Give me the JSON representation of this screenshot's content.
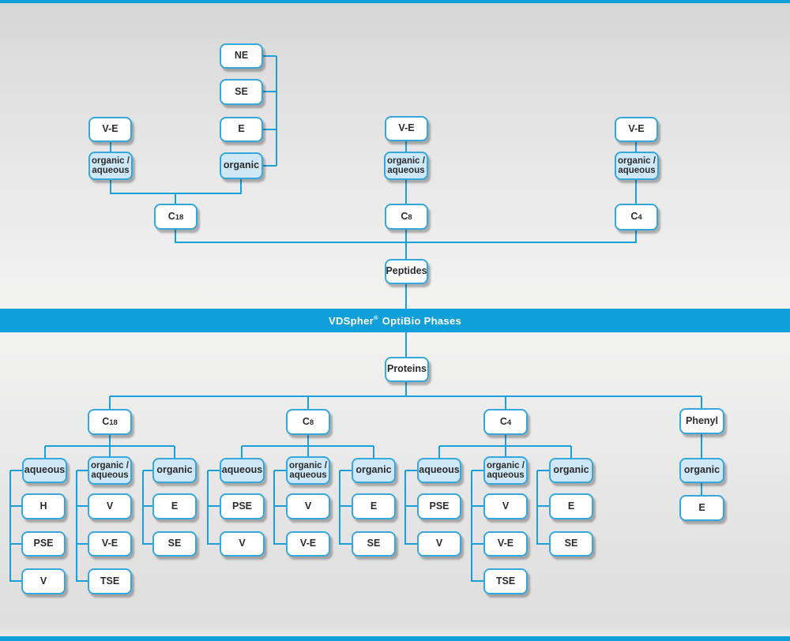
{
  "banner": {
    "brand": "VDSpher",
    "registered_mark": "®",
    "rest": " OptiBio Phases"
  },
  "colors": {
    "accent_blue": "#119fd9",
    "connector_blue": "#1b9fd8",
    "box_border_blue": "#35a7db",
    "box_fill_white": "#ffffff",
    "box_fill_highlight": "#cfe8f7",
    "text_dark": "#2b2b2b",
    "banner_text": "#ffffff"
  },
  "peptides": {
    "root_label": "Peptides",
    "c18": {
      "column_main": "C",
      "column_sub": "18",
      "ve": "V-E",
      "organic_aqueous_l1": "organic /",
      "organic_aqueous_l2": "aqueous",
      "organic_label": "organic",
      "organic_phases": [
        "NE",
        "SE",
        "E"
      ]
    },
    "c8": {
      "column_main": "C",
      "column_sub": "8",
      "ve": "V-E",
      "organic_aqueous_l1": "organic /",
      "organic_aqueous_l2": "aqueous"
    },
    "c4": {
      "column_main": "C",
      "column_sub": "4",
      "ve": "V-E",
      "organic_aqueous_l1": "organic /",
      "organic_aqueous_l2": "aqueous"
    }
  },
  "proteins": {
    "root_label": "Proteins",
    "c18": {
      "column_main": "C",
      "column_sub": "18",
      "aqueous_label": "aqueous",
      "aqueous_phases": [
        "H",
        "PSE",
        "V"
      ],
      "organic_aqueous_l1": "organic /",
      "organic_aqueous_l2": "aqueous",
      "organic_aqueous_phases": [
        "V",
        "V-E",
        "TSE"
      ],
      "organic_label": "organic",
      "organic_phases": [
        "E",
        "SE"
      ]
    },
    "c8": {
      "column_main": "C",
      "column_sub": "8",
      "aqueous_label": "aqueous",
      "aqueous_phases": [
        "PSE",
        "V"
      ],
      "organic_aqueous_l1": "organic /",
      "organic_aqueous_l2": "aqueous",
      "organic_aqueous_phases": [
        "V",
        "V-E"
      ],
      "organic_label": "organic",
      "organic_phases": [
        "E",
        "SE"
      ]
    },
    "c4": {
      "column_main": "C",
      "column_sub": "4",
      "aqueous_label": "aqueous",
      "aqueous_phases": [
        "PSE",
        "V"
      ],
      "organic_aqueous_l1": "organic /",
      "organic_aqueous_l2": "aqueous",
      "organic_aqueous_phases": [
        "V",
        "V-E",
        "TSE"
      ],
      "organic_label": "organic",
      "organic_phases": [
        "E",
        "SE"
      ]
    },
    "phenyl": {
      "column_label": "Phenyl",
      "organic_label": "organic",
      "organic_phases": [
        "E"
      ]
    }
  }
}
